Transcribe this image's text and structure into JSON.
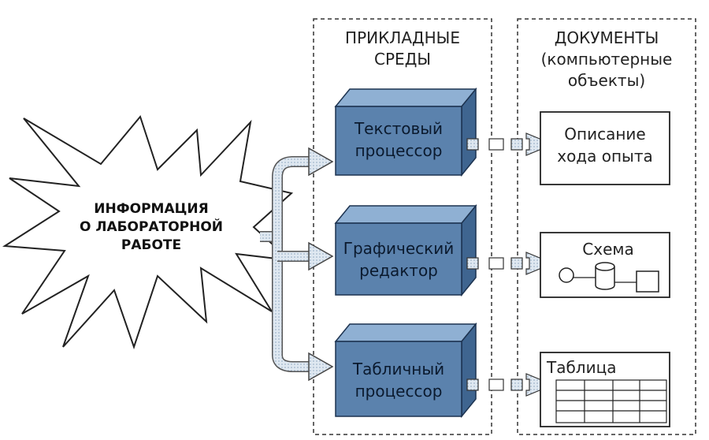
{
  "columns": {
    "environments": {
      "title_lines": [
        "ПРИКЛАДНЫЕ",
        "СРЕДЫ"
      ]
    },
    "documents": {
      "title_lines": [
        "ДОКУМЕНТЫ",
        "(компьютерные",
        "объекты)"
      ]
    }
  },
  "source": {
    "lines": [
      "ИНФОРМАЦИЯ",
      "О ЛАБОРАТОРНОЙ",
      "РАБОТЕ"
    ]
  },
  "environments": [
    {
      "lines": [
        "Текстовый",
        "процессор"
      ]
    },
    {
      "lines": [
        "Графический",
        "редактор"
      ]
    },
    {
      "lines": [
        "Табличный",
        "процессор"
      ]
    }
  ],
  "documents": [
    {
      "lines": [
        "Описание",
        "хода опыта"
      ]
    },
    {
      "lines": [
        "Схема"
      ]
    },
    {
      "lines": [
        "Таблица"
      ]
    }
  ],
  "colors": {
    "box_front": "#5b82ad",
    "box_top": "#8fb0d3",
    "box_side": "#3f6590",
    "arrow_fill": "#cfdbe8",
    "ink": "#222222"
  }
}
